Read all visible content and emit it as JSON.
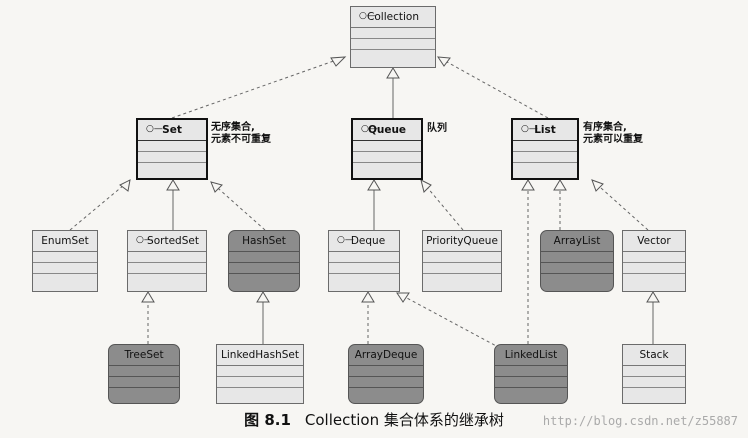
{
  "nodes": {
    "collection": "Collection",
    "set": "Set",
    "queue": "Queue",
    "list": "List",
    "enumset": "EnumSet",
    "sortedset": "SortedSet",
    "hashset": "HashSet",
    "deque": "Deque",
    "priorityqueue": "PriorityQueue",
    "arraylist": "ArrayList",
    "vector": "Vector",
    "treeset": "TreeSet",
    "linkedhashset": "LinkedHashSet",
    "arraydeque": "ArrayDeque",
    "linkedlist": "LinkedList",
    "stack": "Stack"
  },
  "interface_icon": "○—",
  "notes": {
    "set": "无序集合,\n元素不可重复",
    "queue": "队列",
    "list": "有序集合,\n元素可以重复"
  },
  "caption": {
    "figure": "图 8.1",
    "text": "Collection 集合体系的继承树"
  },
  "watermark": "http://blog.csdn.net/z55887",
  "colors": {
    "interface_fill": "#e7e7e7",
    "concrete_fill": "#8c8c8c",
    "line": "#555555"
  }
}
